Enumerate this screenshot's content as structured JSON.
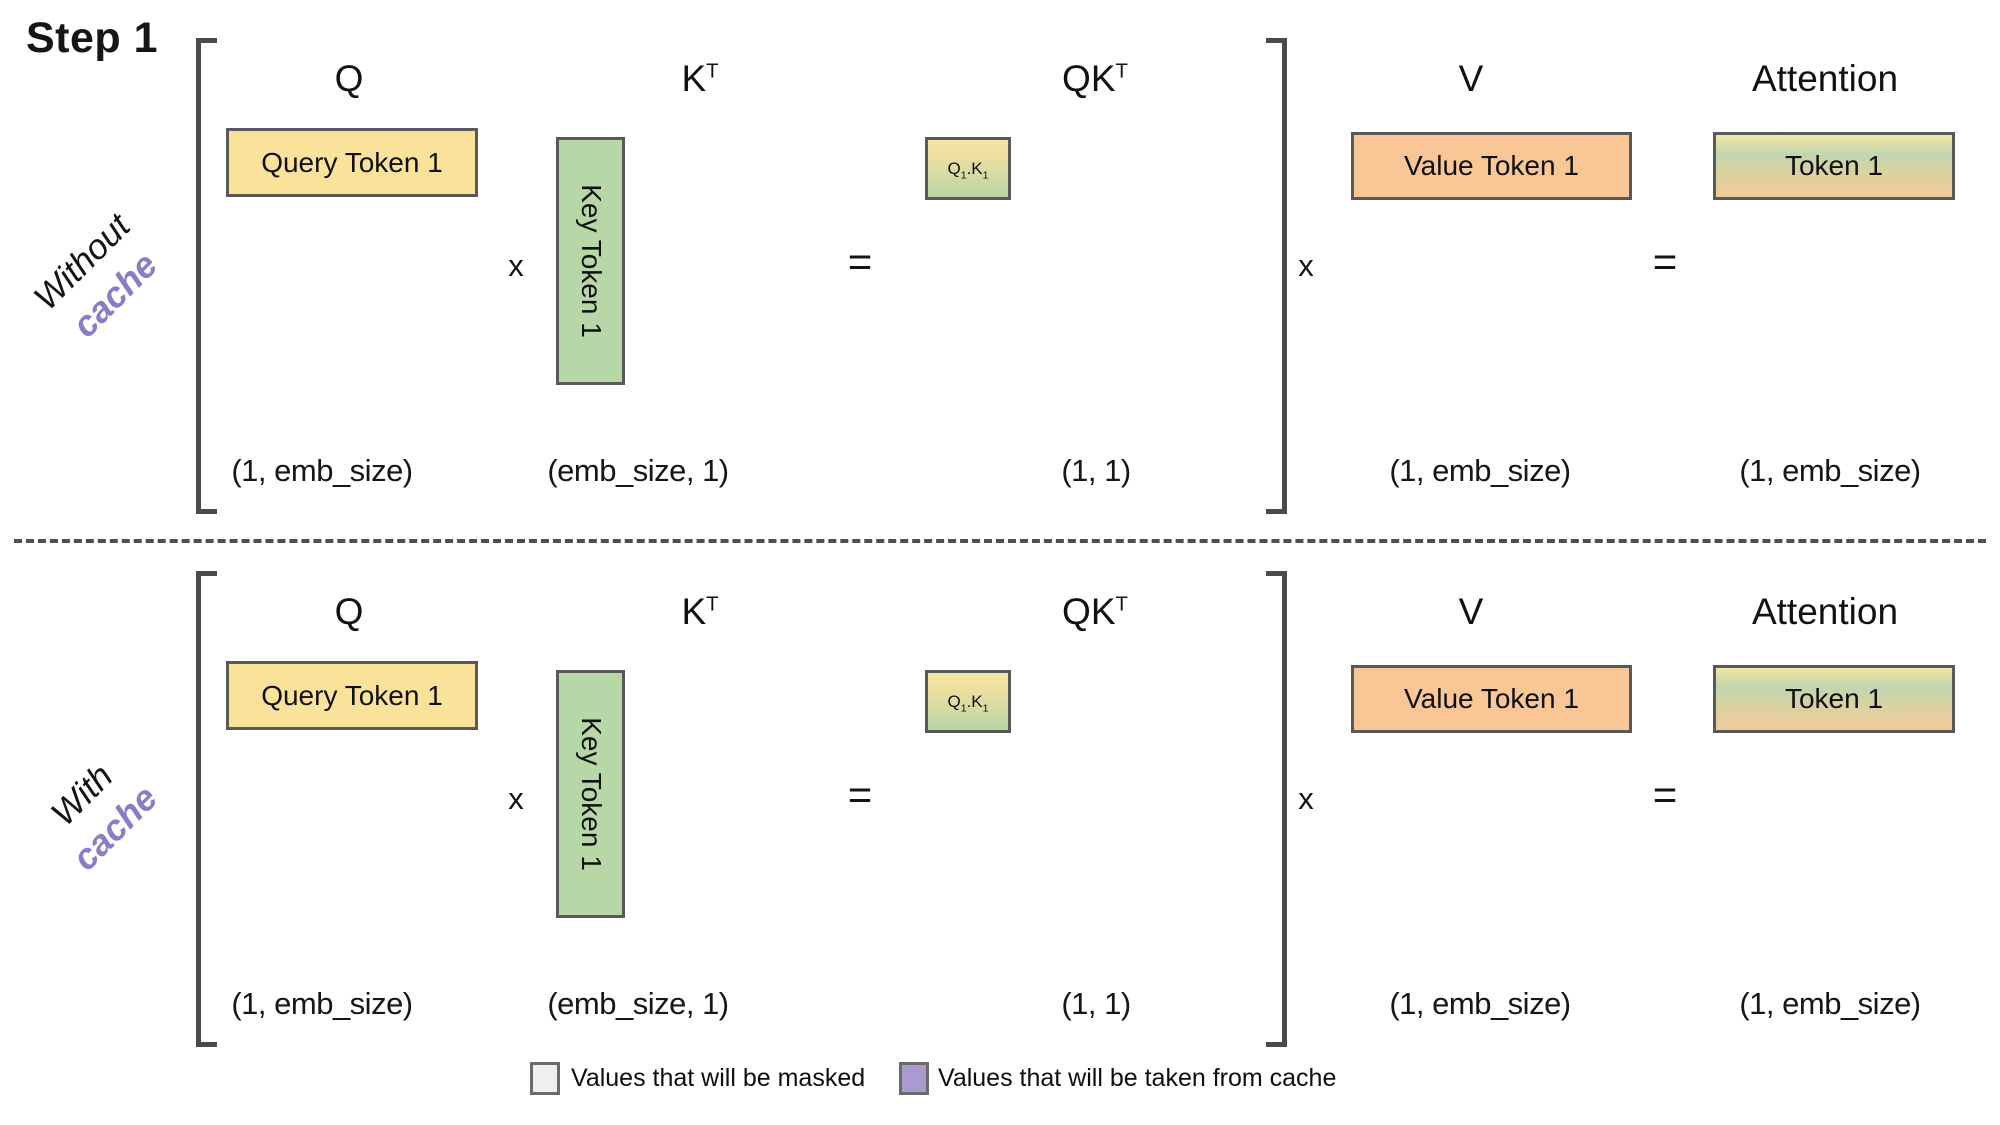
{
  "title": "Step 1",
  "operators": {
    "multiply": "x",
    "equals": "="
  },
  "rows": [
    {
      "side_label": {
        "line1": "Without",
        "line2": "cache"
      },
      "q": {
        "label": "Q",
        "box": "Query Token 1",
        "dim": "(1, emb_size)"
      },
      "k": {
        "label_base": "K",
        "label_sup": "T",
        "box": "Key Token 1",
        "dim": "(emb_size, 1)"
      },
      "qk": {
        "label_base": "QK",
        "label_sup": "T",
        "box": {
          "t1": "Q",
          "sub1": "1",
          "t2": ".K",
          "sub2": "1"
        },
        "dim": "(1, 1)"
      },
      "v": {
        "label": "V",
        "box": "Value Token 1",
        "dim": "(1, emb_size)"
      },
      "attention": {
        "label": "Attention",
        "box": "Token 1",
        "dim": "(1, emb_size)"
      }
    },
    {
      "side_label": {
        "line1": "With",
        "line2": "cache"
      },
      "q": {
        "label": "Q",
        "box": "Query Token 1",
        "dim": "(1, emb_size)"
      },
      "k": {
        "label_base": "K",
        "label_sup": "T",
        "box": "Key Token 1",
        "dim": "(emb_size, 1)"
      },
      "qk": {
        "label_base": "QK",
        "label_sup": "T",
        "box": {
          "t1": "Q",
          "sub1": "1",
          "t2": ".K",
          "sub2": "1"
        },
        "dim": "(1, 1)"
      },
      "v": {
        "label": "V",
        "box": "Value Token 1",
        "dim": "(1, emb_size)"
      },
      "attention": {
        "label": "Attention",
        "box": "Token 1",
        "dim": "(1, emb_size)"
      }
    }
  ],
  "legend": {
    "items": [
      {
        "label": "Values that will be masked",
        "swatch_color": "#efeef0"
      },
      {
        "label": "Values that will be taken from cache",
        "swatch_color": "#aa9ad0"
      }
    ]
  },
  "colors": {
    "query_box": "#fbe29b",
    "key_box": "#b7d7a6",
    "value_box": "#f8c795",
    "qk_gradient_top": "#f8e49e",
    "qk_gradient_bottom": "#bad4a9",
    "attention_gradient_top": "#f3e6a3",
    "attention_gradient_mid": "#c1d6b0",
    "attention_gradient_bottom": "#f0cc98",
    "cache_text": "#8b7cc8",
    "box_border": "#595959",
    "bracket": "#4a4a4a"
  }
}
